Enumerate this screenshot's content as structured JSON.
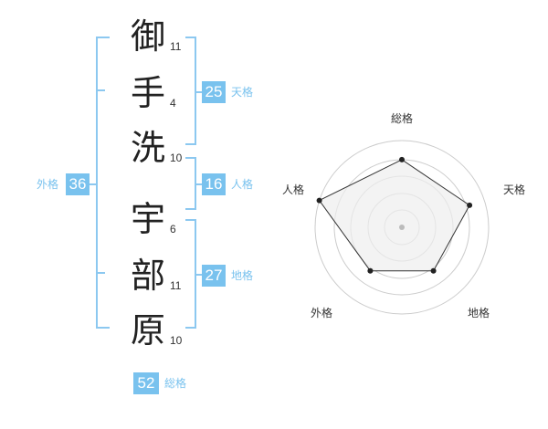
{
  "name": {
    "characters": [
      {
        "char": "御",
        "strokes": "11"
      },
      {
        "char": "手",
        "strokes": "4"
      },
      {
        "char": "洗",
        "strokes": "10"
      },
      {
        "char": "宇",
        "strokes": "6"
      },
      {
        "char": "部",
        "strokes": "11"
      },
      {
        "char": "原",
        "strokes": "10"
      }
    ]
  },
  "scores": {
    "tenkaku": {
      "value": "25",
      "label": "天格"
    },
    "jinkaku": {
      "value": "16",
      "label": "人格"
    },
    "chikaku": {
      "value": "27",
      "label": "地格"
    },
    "gaikaku": {
      "value": "36",
      "label": "外格"
    },
    "soukaku": {
      "value": "52",
      "label": "総格"
    }
  },
  "radar": {
    "labels": {
      "top": "総格",
      "right": "天格",
      "bottom_right": "地格",
      "bottom_left": "外格",
      "left": "人格"
    },
    "levels": {
      "soukaku": 0.78,
      "tenkaku": 0.82,
      "chikaku": 0.62,
      "gaikaku": 0.62,
      "jinkaku": 1.0
    },
    "colors": {
      "accent": "#79c2ee",
      "polygon_fill": "#eeeeee",
      "polygon_stroke": "#333333",
      "ring": "#cccccc"
    }
  }
}
